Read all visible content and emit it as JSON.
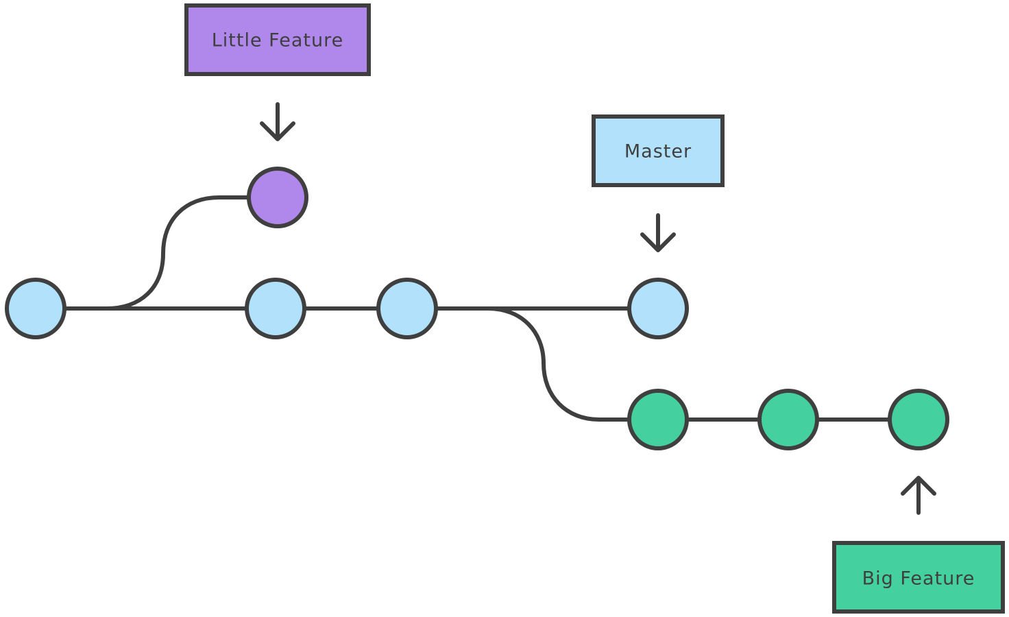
{
  "diagram": {
    "type": "git-branch-diagram",
    "colors": {
      "master": "#b2e2fb",
      "little_feature": "#b087ea",
      "big_feature": "#45d09f",
      "stroke": "#3f3f3f",
      "background": "#ffffff"
    },
    "branches": {
      "little_feature": {
        "label": "Little Feature",
        "commit_count": 1
      },
      "master": {
        "label": "Master",
        "commit_count": 4
      },
      "big_feature": {
        "label": "Big Feature",
        "commit_count": 3
      }
    }
  }
}
